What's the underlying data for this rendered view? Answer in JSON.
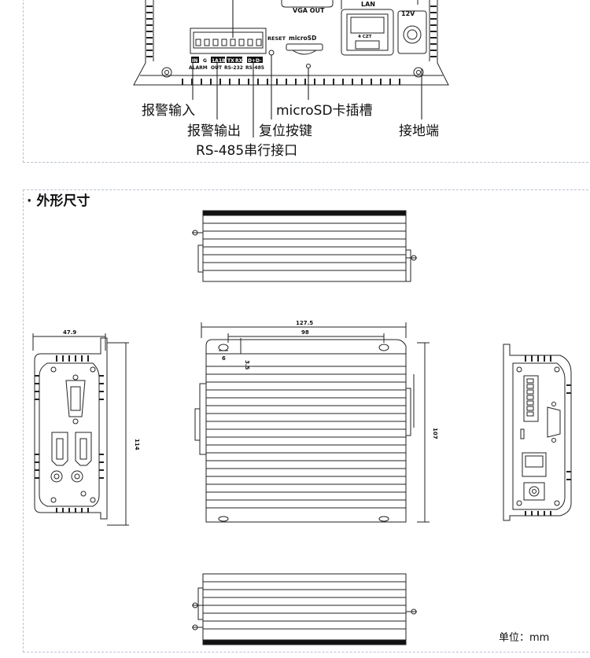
{
  "ports": {
    "vga_out": "VGA OUT",
    "lan": "LAN",
    "power": "12V",
    "reset": "RESET",
    "microsd": "microSD",
    "lan_chip": "4 CZT",
    "terminal_labels": [
      "IN",
      "G",
      "1A",
      "1B",
      "TX",
      "RX",
      "D+",
      "D-"
    ],
    "terminal_groups": [
      "ALARM",
      "OUT",
      "RS-232",
      "RS-485"
    ]
  },
  "callouts": {
    "alarm_in": "报警输入",
    "alarm_out": "报警输出",
    "rs485": "RS-485串行接口",
    "reset_key": "复位按键",
    "microsd_slot": "microSD卡插槽",
    "ground": "接地端"
  },
  "section": {
    "title": "· 外形尺寸"
  },
  "dimensions": {
    "side_width": "47.9",
    "side_height": "114",
    "top_length": "127.5",
    "top_inner": "98",
    "top_depth": "107",
    "hole_offset_x": "6",
    "hole_offset_y": "3.5"
  },
  "unit_label": "单位：mm"
}
